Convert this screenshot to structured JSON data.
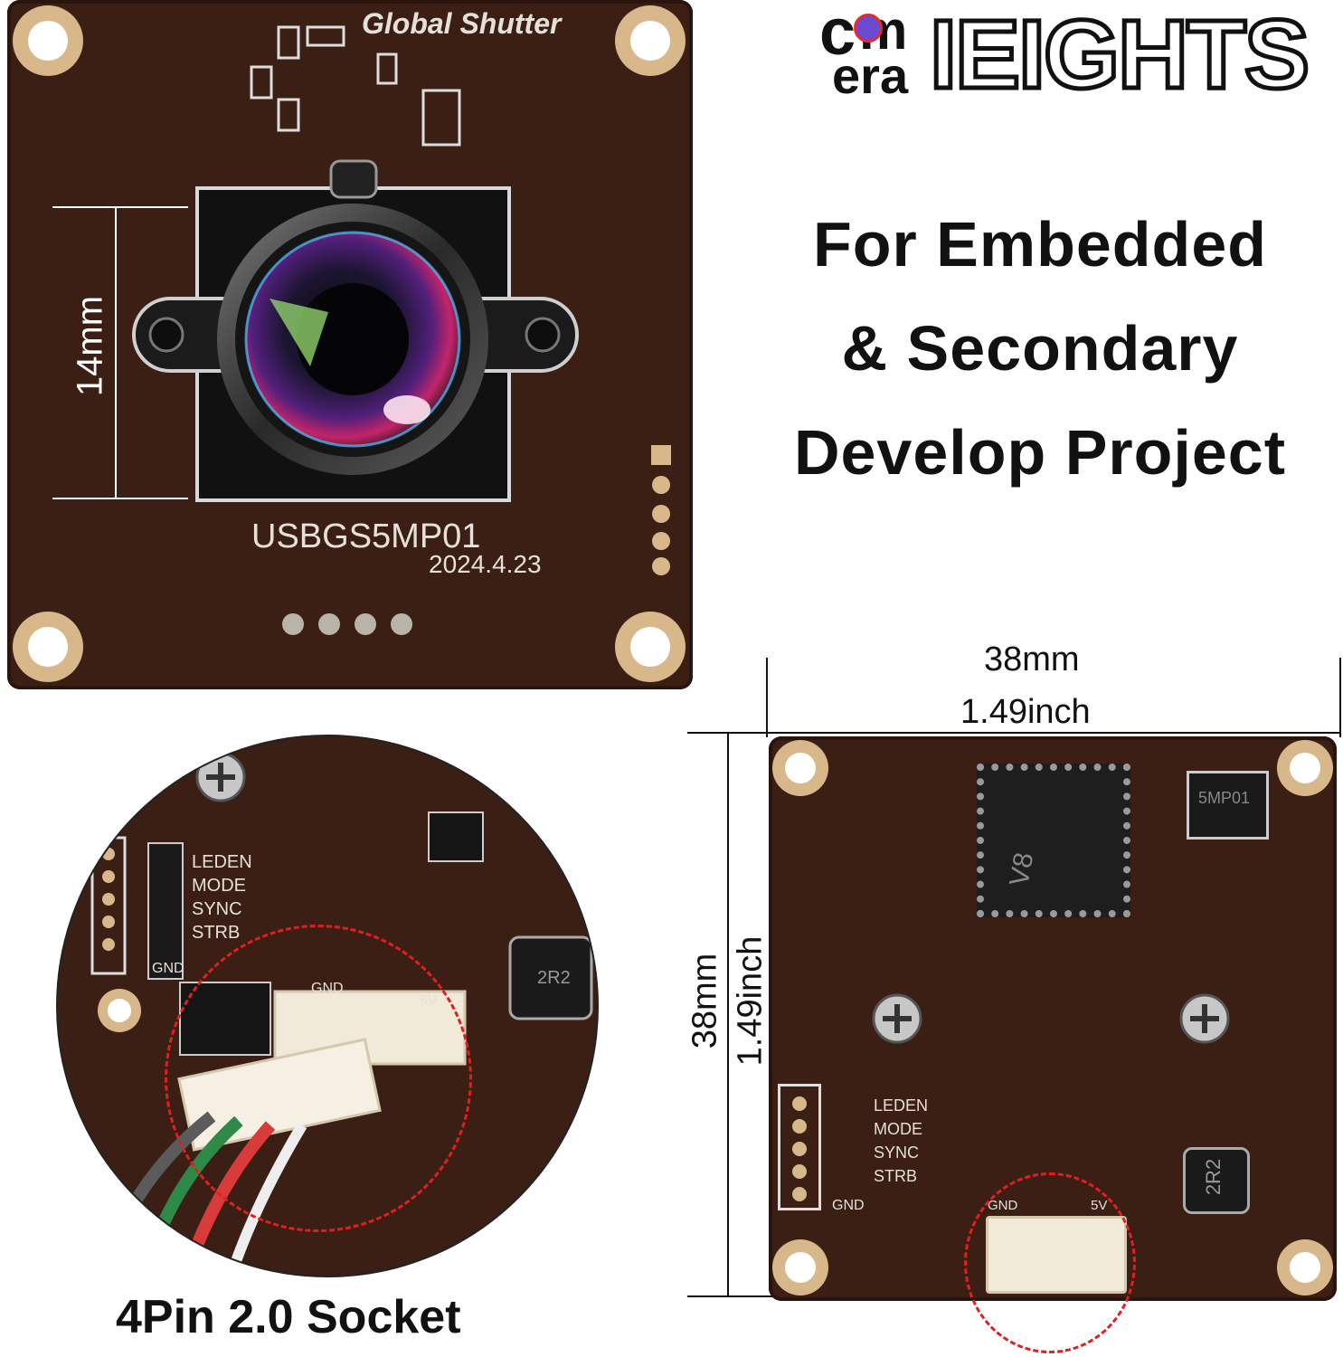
{
  "logo": {
    "prefix_c": "c",
    "prefix_m": "m",
    "prefix_era": "era",
    "wordmark": "IEIGHTS"
  },
  "headline": {
    "line1": "For Embedded",
    "line2": "& Secondary",
    "line3": "Develop Project"
  },
  "front_board": {
    "top_label": "Global Shutter",
    "model": "USBGS5MP01",
    "date": "2024.4.23",
    "lens_dimension": "14mm"
  },
  "back_board": {
    "width_mm": "38mm",
    "width_inch": "1.49inch",
    "height_mm": "38mm",
    "height_inch": "1.49inch",
    "chip_label": "V8",
    "small_chip_label": "5MP01",
    "inductor_label": "2R2",
    "pin_labels": [
      "LEDEN",
      "MODE",
      "SYNC",
      "STRB",
      "GND"
    ],
    "connector_labels": [
      "GND",
      "5V"
    ]
  },
  "closeup": {
    "pin_labels": [
      "LEDEN",
      "MODE",
      "SYNC",
      "STRB",
      "GND"
    ],
    "connector_labels": [
      "GND",
      "5V"
    ],
    "inductor_label": "2R2",
    "caption": "4Pin 2.0 Socket"
  }
}
